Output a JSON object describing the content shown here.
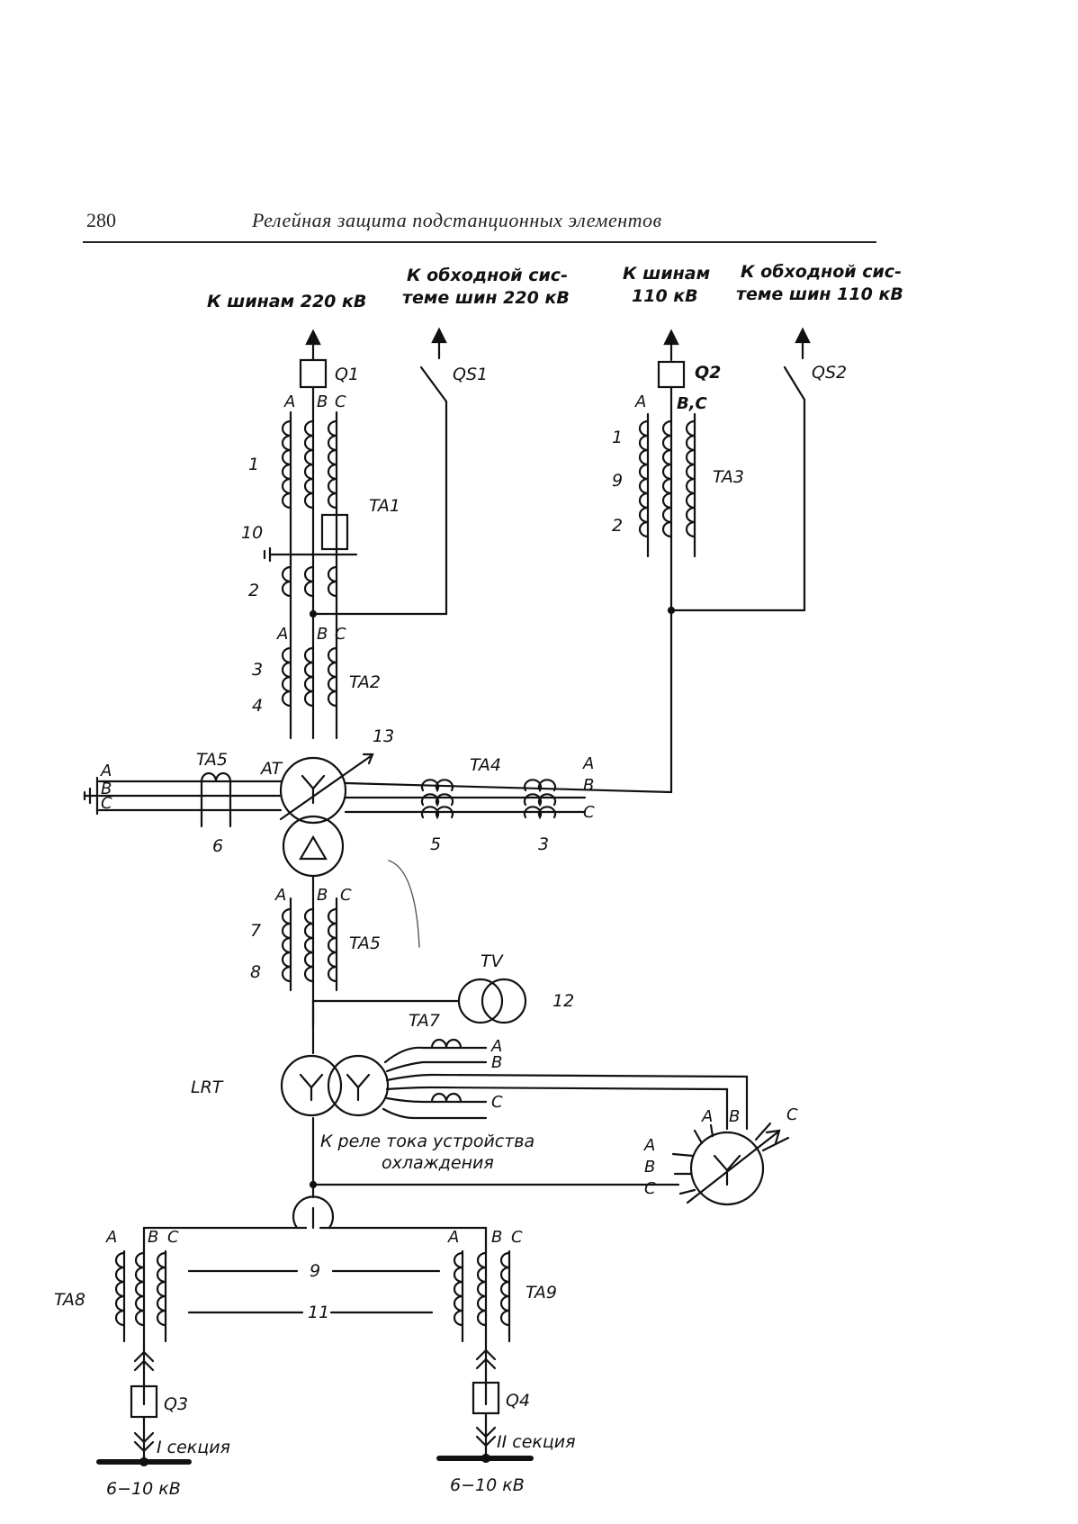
{
  "page": {
    "number": "280",
    "running_title": "Релейная защита подстанционных элементов"
  },
  "captions": {
    "bus220_title": "К шинам 220 кВ",
    "bypass220_line1": "К обходной сис-",
    "bypass220_line2": "теме шин 220 кВ",
    "bus110_line1": "К шинам",
    "bus110_line2": "110 кВ",
    "bypass110_line1": "К обходной сис-",
    "bypass110_line2": "теме шин 110 кВ",
    "relay_line1": "К реле тока устройства",
    "relay_line2": "охлаждения",
    "section1_name": "I секция",
    "section2_name": "II секция",
    "voltage_6_10": "6−10 кВ"
  },
  "devices": {
    "q1": "Q1",
    "q2": "Q2",
    "q3": "Q3",
    "q4": "Q4",
    "qs1": "QS1",
    "qs2": "QS2",
    "ta1": "TA1",
    "ta2": "TA2",
    "ta3": "TA3",
    "ta4": "TA4",
    "ta5_left": "TA5",
    "ta5_low": "TA5",
    "ta7": "TA7",
    "ta8": "TA8",
    "ta9": "TA9",
    "at": "AT",
    "lrt": "LRT",
    "tv": "TV"
  },
  "phases": {
    "a": "A",
    "b": "B",
    "c": "C",
    "bc": "B,C"
  },
  "numbers": [
    "1",
    "2",
    "3",
    "4",
    "5",
    "6",
    "7",
    "8",
    "9",
    "10",
    "11",
    "12",
    "13"
  ],
  "colors": {
    "ink": "#111111",
    "paper": "#ffffff"
  }
}
